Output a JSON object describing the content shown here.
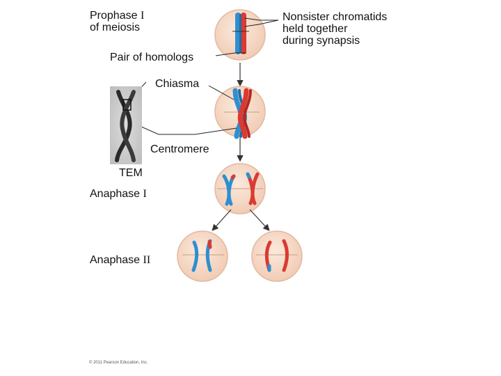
{
  "labels": {
    "prophase_line1_text": "Prophase ",
    "prophase_line1_numeral": "I",
    "prophase_line2": "of meiosis",
    "nonsister_line1": "Nonsister chromatids",
    "nonsister_line2": "held together",
    "nonsister_line3": "during synapsis",
    "pair_of_homologs": "Pair of homologs",
    "chiasma": "Chiasma",
    "centromere": "Centromere",
    "tem": "TEM",
    "anaphase_one_text": "Anaphase ",
    "anaphase_one_numeral": "I",
    "anaphase_two_text": "Anaphase ",
    "anaphase_two_numeral": "II"
  },
  "copyright": "© 2011 Pearson Education, Inc.",
  "colors": {
    "cell_fill": "#f6d9c6",
    "cell_stroke": "#e2b9a0",
    "chromosome_blue": "#2f8fd0",
    "chromosome_red": "#d93a32",
    "arrow": "#333333",
    "tem_background": "#cfcfcf"
  }
}
